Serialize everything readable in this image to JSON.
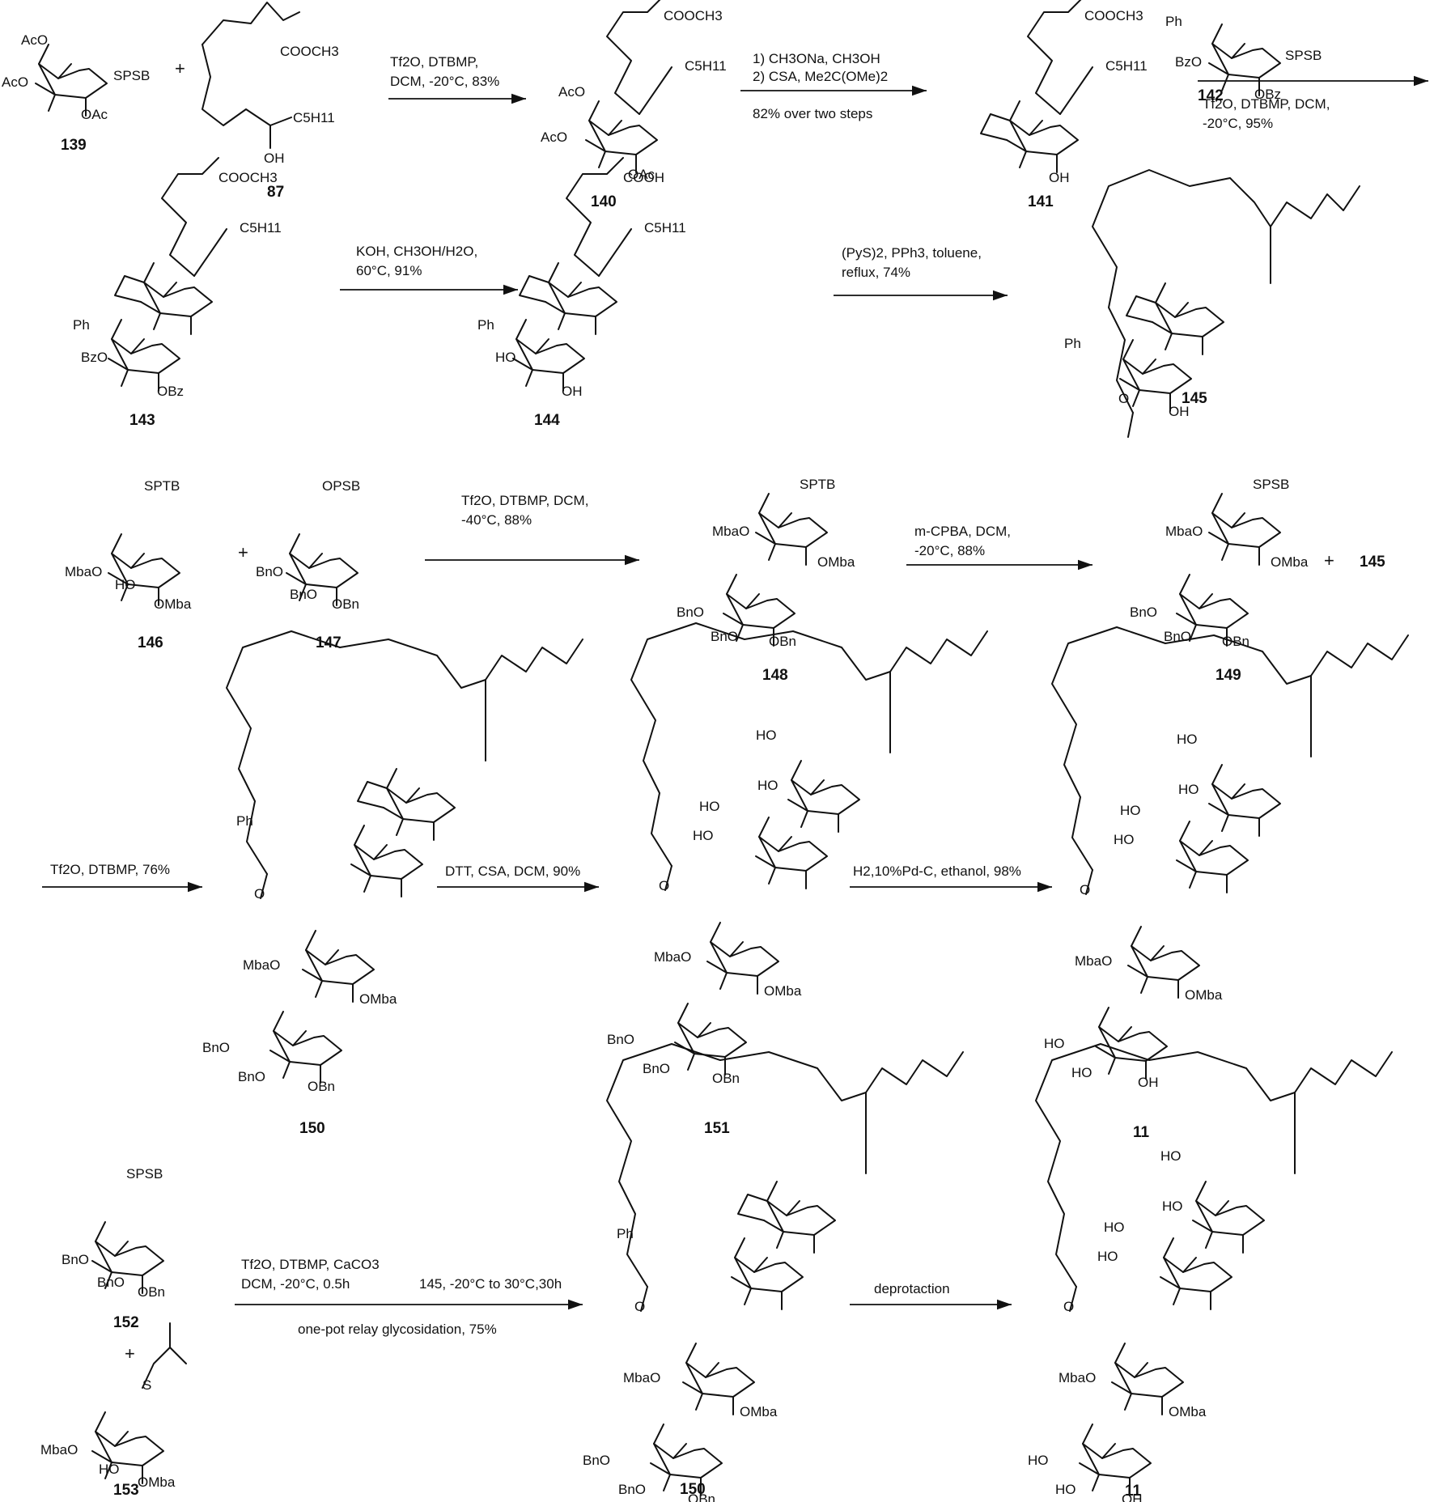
{
  "compounds": [
    {
      "id": "139",
      "label": "139",
      "groups": [
        "AcO",
        "AcO",
        "SPSB",
        "OAc"
      ]
    },
    {
      "id": "87",
      "label": "87",
      "groups": [
        "COOCH3",
        "C5H11",
        "OH"
      ]
    },
    {
      "id": "140",
      "label": "140",
      "groups": [
        "COOCH3",
        "C5H11",
        "AcO",
        "AcO",
        "OAc"
      ]
    },
    {
      "id": "141",
      "label": "141",
      "groups": [
        "COOCH3",
        "C5H11",
        "OH"
      ]
    },
    {
      "id": "142",
      "label": "142",
      "groups": [
        "Ph",
        "BzO",
        "SPSB",
        "OBz"
      ]
    },
    {
      "id": "143",
      "label": "143",
      "groups": [
        "COOCH3",
        "C5H11",
        "Ph",
        "BzO",
        "OBz"
      ]
    },
    {
      "id": "144",
      "label": "144",
      "groups": [
        "COOH",
        "C5H11",
        "Ph",
        "HO",
        "OH"
      ]
    },
    {
      "id": "145",
      "label": "145",
      "groups": [
        "Ph",
        "O",
        "OH"
      ]
    },
    {
      "id": "146",
      "label": "146",
      "groups": [
        "SPTB",
        "MbaO",
        "HO",
        "OMba"
      ]
    },
    {
      "id": "147",
      "label": "147",
      "groups": [
        "OPSB",
        "BnO",
        "BnO",
        "OBn"
      ]
    },
    {
      "id": "148",
      "label": "148",
      "groups": [
        "SPTB",
        "MbaO",
        "OMba",
        "BnO",
        "BnO",
        "OBn"
      ]
    },
    {
      "id": "149",
      "label": "149",
      "groups": [
        "SPSB",
        "MbaO",
        "OMba",
        "BnO",
        "BnO",
        "OBn"
      ]
    },
    {
      "id": "150",
      "label": "150",
      "groups": [
        "Ph",
        "O",
        "MbaO",
        "OMba",
        "BnO",
        "BnO",
        "OBn"
      ]
    },
    {
      "id": "151",
      "label": "151",
      "groups": [
        "HO",
        "HO",
        "HO",
        "HO",
        "O",
        "MbaO",
        "OMba",
        "BnO",
        "BnO",
        "OBn"
      ]
    },
    {
      "id": "11",
      "label": "11",
      "groups": [
        "HO",
        "HO",
        "HO",
        "HO",
        "O",
        "MbaO",
        "OMba",
        "HO",
        "HO",
        "OH"
      ]
    },
    {
      "id": "152",
      "label": "152",
      "groups": [
        "SPSB",
        "BnO",
        "BnO",
        "OBn"
      ]
    },
    {
      "id": "153",
      "label": "153",
      "groups": [
        "S",
        "MbaO",
        "HO",
        "OMba"
      ]
    },
    {
      "id": "150b",
      "label": "150",
      "groups": [
        "Ph",
        "O",
        "MbaO",
        "OMba",
        "BnO",
        "BnO",
        "OBn"
      ]
    },
    {
      "id": "11b",
      "label": "11",
      "groups": [
        "HO",
        "HO",
        "HO",
        "HO",
        "O",
        "MbaO",
        "OMba",
        "HO",
        "HO",
        "OH"
      ]
    }
  ],
  "reactions": [
    {
      "id": "r1",
      "above": [
        "Tf2O, DTBMP,",
        "DCM, -20°C, 83%"
      ],
      "below": []
    },
    {
      "id": "r2",
      "above": [
        "1) CH3ONa, CH3OH",
        "2) CSA, Me2C(OMe)2"
      ],
      "below": [
        "82% over two steps"
      ]
    },
    {
      "id": "r3",
      "above": [],
      "below": [
        "Tf2O, DTBMP, DCM,",
        "-20°C, 95%"
      ]
    },
    {
      "id": "r4",
      "above": [
        "KOH, CH3OH/H2O,",
        "60°C, 91%"
      ],
      "below": []
    },
    {
      "id": "r5",
      "above": [
        "(PyS)2, PPh3, toluene,",
        "reflux, 74%"
      ],
      "below": []
    },
    {
      "id": "r6",
      "above": [
        "Tf2O, DTBMP, DCM,",
        "-40°C, 88%"
      ],
      "below": []
    },
    {
      "id": "r7",
      "above": [
        "m-CPBA, DCM,",
        "-20°C, 88%"
      ],
      "below": []
    },
    {
      "id": "r8",
      "above": [
        "Tf2O, DTBMP, 76%"
      ],
      "below": []
    },
    {
      "id": "r9",
      "above": [
        "DTT, CSA, DCM, 90%"
      ],
      "below": []
    },
    {
      "id": "r10",
      "above": [
        "H2,10%Pd-C, ethanol, 98%"
      ],
      "below": []
    },
    {
      "id": "r11",
      "above": [
        "Tf2O, DTBMP, CaCO3",
        "DCM, -20°C, 0.5h"
      ],
      "middle": "145, -20°C to 30°C,30h",
      "below": [
        "one-pot relay glycosidation, 75%"
      ]
    },
    {
      "id": "r12",
      "above": [
        "deprotaction"
      ],
      "below": []
    }
  ],
  "plus_sign": "+"
}
